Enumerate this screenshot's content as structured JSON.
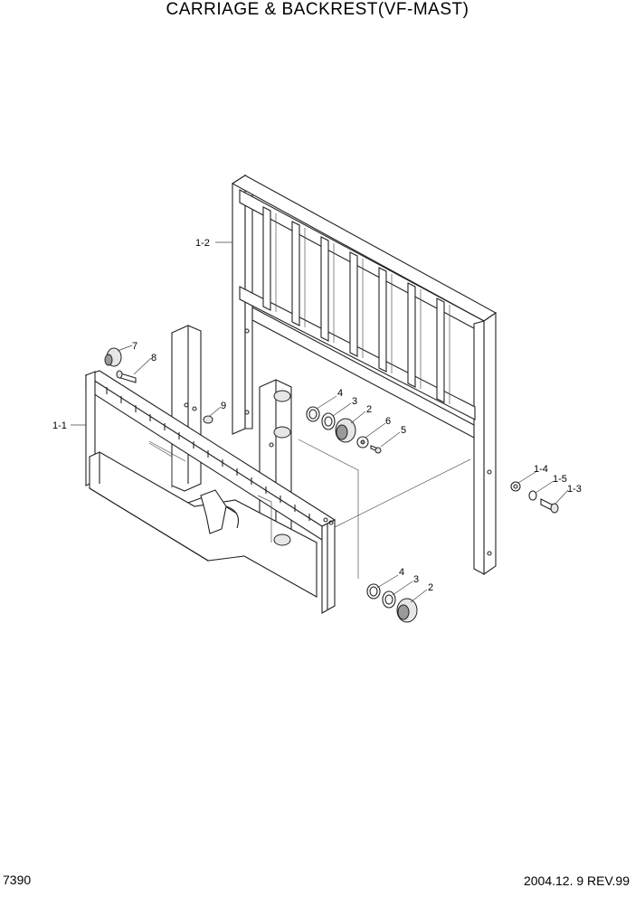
{
  "header": {
    "title": "CARRIAGE & BACKREST(VF-MAST)"
  },
  "footer": {
    "page_number": "7390",
    "revision": "2004.12. 9 REV.99"
  },
  "callouts": {
    "c1_2": "1-2",
    "c1_1": "1-1",
    "c7": "7",
    "c8": "8",
    "c9": "9",
    "c4a": "4",
    "c3a": "3",
    "c2a": "2",
    "c6": "6",
    "c5": "5",
    "c1_4": "1-4",
    "c1_5": "1-5",
    "c1_3": "1-3",
    "c4b": "4",
    "c3b": "3",
    "c2b": "2"
  }
}
